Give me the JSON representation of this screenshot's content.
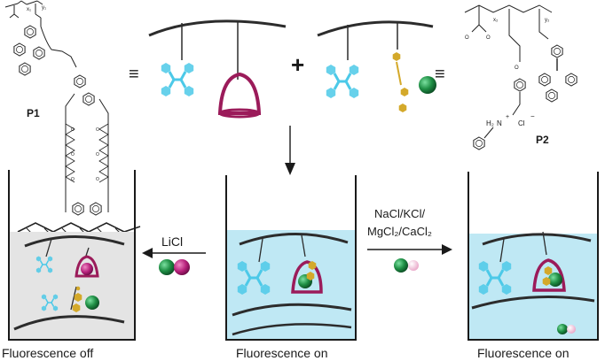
{
  "labels": {
    "p1": "P1",
    "p2": "P2",
    "equiv": "≡",
    "plus": "+",
    "licl": "LiCl",
    "salts_line1": "NaCl/KCl/",
    "salts_line2": "MgCl₂/CaCl₂",
    "fluor_off": "Fluorescence off",
    "fluor_on_center": "Fluorescence on",
    "fluor_on_right": "Fluorescence on",
    "ammonium": "N",
    "h2": "H₂",
    "chloride": "Cl",
    "plus_charge": "+",
    "minus_charge": "−",
    "x1": "x₁",
    "y1": "y₁",
    "x2": "x₂",
    "y2": "y₂"
  },
  "colors": {
    "tpe_cyan": "#4cc9e8",
    "crown_red": "#9b1b5a",
    "guest_yellow": "#d4a92a",
    "ion_green": "#1f8f45",
    "ion_magenta": "#b5207a",
    "ion_pink": "#e9a6c8",
    "solution_blue": "#bfe8f4",
    "solution_grey": "#e4e4e4",
    "backbone": "#2c2c2c"
  }
}
